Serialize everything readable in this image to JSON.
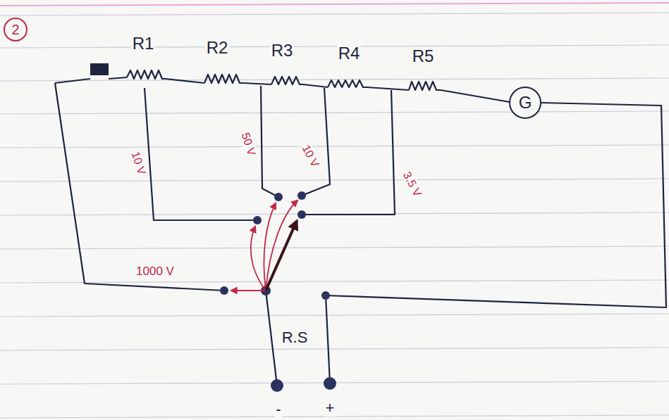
{
  "diagram": {
    "nodes": [
      {
        "text": [
          "G"
        ]
      }
    ],
    "labels": [
      "2",
      "R1",
      "R2",
      "R3",
      "R4",
      "R5",
      "10 V",
      "50 V",
      "10 V",
      "3.5 V",
      "1000 V",
      "R.S",
      "-",
      "+"
    ]
  }
}
